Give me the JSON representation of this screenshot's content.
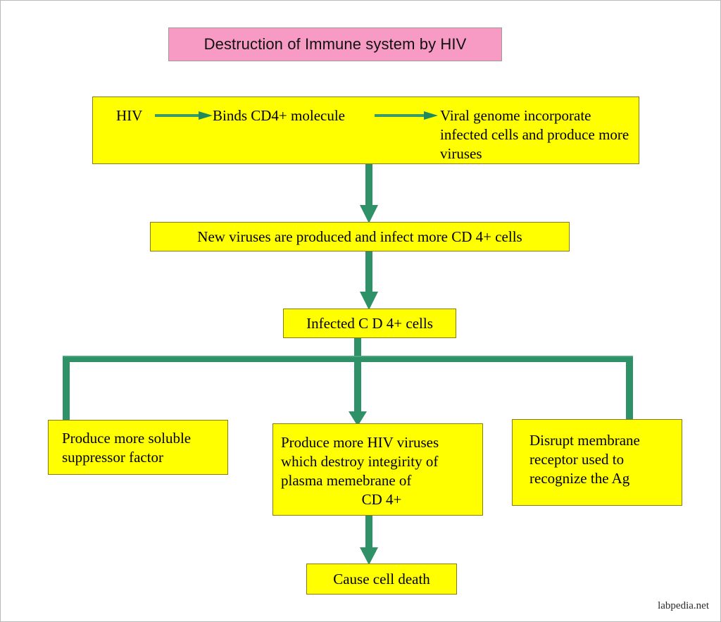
{
  "diagram": {
    "title": "Destruction of Immune system by HIV",
    "watermark": "labpedia.net",
    "colors": {
      "title_fill": "#f79ac4",
      "box_fill": "#ffff00",
      "box_border": "#8a7a11",
      "connector_green": "#2e9167",
      "text": "#000000",
      "page_border": "#b9b9b9"
    },
    "nodes": {
      "chain": {
        "step1": "HIV",
        "step2": "Binds CD4+ molecule",
        "step3": "Viral genome incorporate infected cells and produce more viruses",
        "arrow1": "right-arrow-icon",
        "arrow2": "right-arrow-icon"
      },
      "new_viruses": "New viruses are produced and infect more CD 4+ cells",
      "infected_cells": "Infected C D 4+ cells",
      "suppressor": "Produce more soluble\nsuppressor factor",
      "hiv_viruses": "Produce more HIV viruses\nwhich destroy integirity of\nplasma memebrane of",
      "hiv_viruses_last_line": "CD 4+",
      "disrupt": "Disrupt membrane\nreceptor used to\nrecognize the Ag",
      "cell_death": "Cause cell death"
    },
    "connectors": {
      "chain_to_new_viruses": "down-arrow-icon",
      "new_viruses_to_infected": "down-arrow-icon",
      "infected_split_bus": "three-way-split-connector",
      "hiv_viruses_to_cell_death": "down-arrow-icon"
    }
  }
}
